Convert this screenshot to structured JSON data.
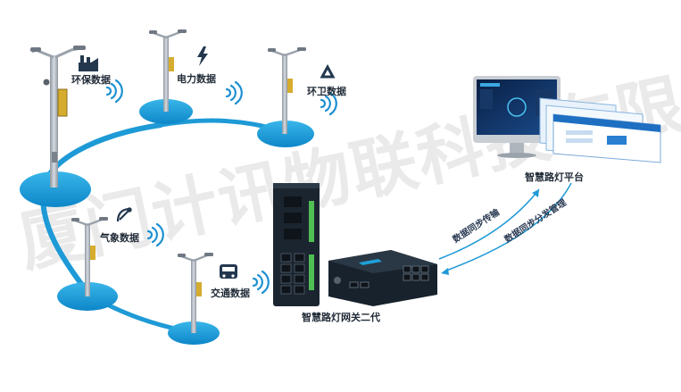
{
  "watermark": "厦门计讯物联科技有限公司",
  "labels": {
    "env": "环保数据",
    "power": "电力数据",
    "sanitation": "环卫数据",
    "weather": "气象数据",
    "traffic": "交通数据",
    "gateway": "智慧路灯网关二代",
    "platform": "智慧路灯平台",
    "sync_transfer": "数据同步传输",
    "sync_manage": "数据同步分发管理"
  },
  "colors": {
    "base_blue": "#1fa0d8",
    "base_dark": "#0f7fbf",
    "arc_blue": "#1e9ad6",
    "icon_dark": "#23384f",
    "wifi_blue": "#1c8fd1",
    "pole_gray": "#aeb5bd",
    "device_dark": "#1b2530"
  }
}
